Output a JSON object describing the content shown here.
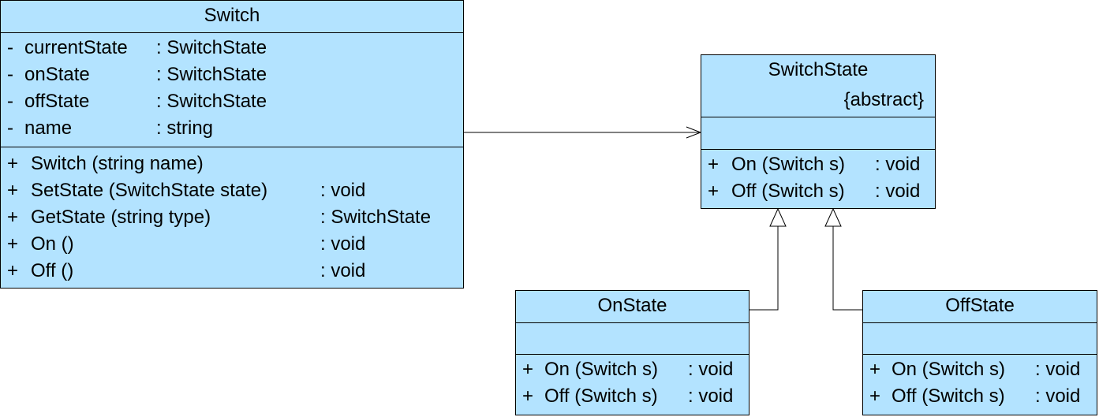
{
  "classes": {
    "switch": {
      "name": "Switch",
      "attributes": [
        {
          "vis": "-",
          "name": "currentState",
          "type": ": SwitchState"
        },
        {
          "vis": "-",
          "name": "onState",
          "type": ": SwitchState"
        },
        {
          "vis": "-",
          "name": "offState",
          "type": ": SwitchState"
        },
        {
          "vis": "-",
          "name": "name",
          "type": ": string"
        }
      ],
      "operations": [
        {
          "vis": "+",
          "name": "Switch (string name)",
          "type": ""
        },
        {
          "vis": "+",
          "name": "SetState (SwitchState state)",
          "type": ": void"
        },
        {
          "vis": "+",
          "name": "GetState (string type)",
          "type": ": SwitchState"
        },
        {
          "vis": "+",
          "name": "On ()",
          "type": ": void"
        },
        {
          "vis": "+",
          "name": "Off ()",
          "type": ": void"
        }
      ]
    },
    "switch_state": {
      "name": "SwitchState",
      "stereotype": "{abstract}",
      "operations": [
        {
          "vis": "+",
          "name": "On (Switch s)",
          "type": ": void"
        },
        {
          "vis": "+",
          "name": "Off (Switch s)",
          "type": ": void"
        }
      ]
    },
    "on_state": {
      "name": "OnState",
      "operations": [
        {
          "vis": "+",
          "name": "On (Switch s)",
          "type": ": void"
        },
        {
          "vis": "+",
          "name": "Off (Switch s)",
          "type": ": void"
        }
      ]
    },
    "off_state": {
      "name": "OffState",
      "operations": [
        {
          "vis": "+",
          "name": "On (Switch s)",
          "type": ": void"
        },
        {
          "vis": "+",
          "name": "Off (Switch s)",
          "type": ": void"
        }
      ]
    }
  },
  "colors": {
    "class_fill": "#b3e3ff",
    "line": "#000000"
  }
}
